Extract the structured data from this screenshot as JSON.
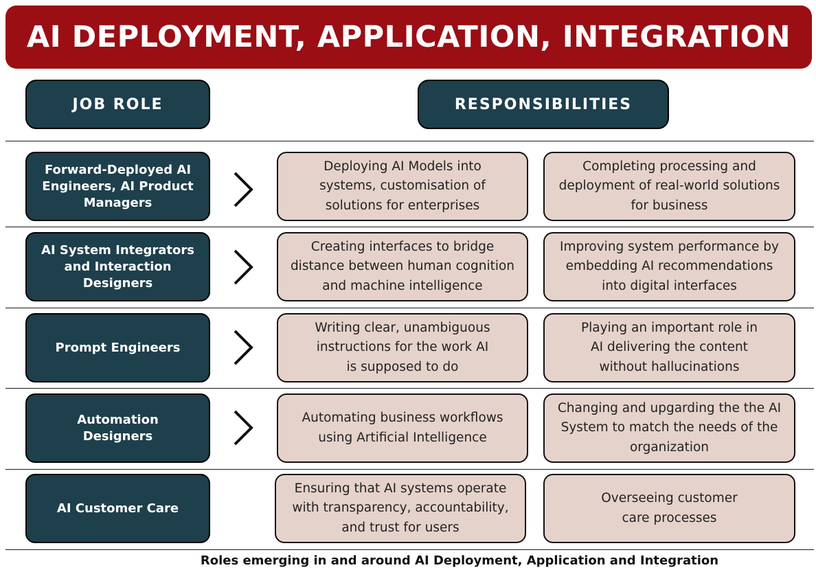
{
  "title": "AI DEPLOYMENT, APPLICATION, INTEGRATION",
  "headers": {
    "job_role": "JOB ROLE",
    "responsibilities": "RESPONSIBILITIES"
  },
  "rows": [
    {
      "role": "Forward-Deployed AI\nEngineers, AI Product\nManagers",
      "resp1": "Deploying AI Models into\nsystems, customisation of\nsolutions for enterprises",
      "resp2": "Completing processing and\ndeployment of real-world solutions\nfor business"
    },
    {
      "role": "AI System Integrators\nand Interaction\nDesigners",
      "resp1": "Creating interfaces to bridge\ndistance between human cognition\nand machine intelligence",
      "resp2": "Improving system performance by\nembedding AI recommendations\ninto digital interfaces"
    },
    {
      "role": "Prompt Engineers",
      "resp1": "Writing clear, unambiguous\ninstructions for the work AI\nis supposed to do",
      "resp2": "Playing an important role in\nAI delivering the content\nwithout hallucinations"
    },
    {
      "role": "Automation\nDesigners",
      "resp1": "Automating business workflows\nusing Artificial Intelligence",
      "resp2": "Changing and upgarding the the AI\nSystem to match the needs of the\norganization"
    },
    {
      "role": "AI Customer Care",
      "resp1": "Ensuring that AI systems operate\nwith transparency, accountability,\nand trust for users",
      "resp2": "Overseeing customer\ncare processes"
    }
  ],
  "caption": "Roles emerging in and around AI Deployment, Application and Integration",
  "colors": {
    "banner": "#9a0e14",
    "role_box": "#1e3f4c",
    "responsibility_box": "#e5d3cb"
  },
  "icons": {
    "arrow": "chevron-right-icon"
  }
}
